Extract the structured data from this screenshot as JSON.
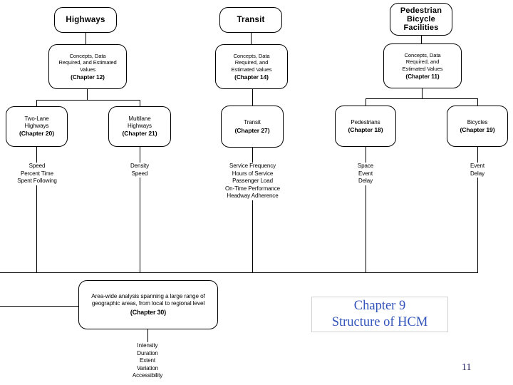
{
  "slide": {
    "page_number": "11",
    "title_block": {
      "line1": "Chapter 9",
      "line2": "Structure of HCM",
      "text": "Chapter 9\nStructure of HCM",
      "color": "#3355bb",
      "border_color": "#d2d2d2"
    }
  },
  "flowchart": {
    "line_color": "#000000",
    "box_fill": "#ffffff",
    "columns": [
      {
        "id": "highways",
        "header": "Highways",
        "concepts": {
          "text": "Concepts, Data\nRequired, and Estimated\nValues",
          "chapter": "(Chapter 12)"
        },
        "leaves": [
          {
            "id": "two-lane-highways",
            "text": "Two-Lane\nHighways",
            "chapter": "(Chapter 20)",
            "measures": "Speed\nPercent Time\nSpent Following"
          },
          {
            "id": "multilane-highways",
            "text": "Multilane\nHighways",
            "chapter": "(Chapter 21)",
            "measures": "Density\nSpeed"
          }
        ]
      },
      {
        "id": "transit",
        "header": "Transit",
        "concepts": {
          "text": "Concepts, Data\nRequired, and\nEstimated Values",
          "chapter": "(Chapter 14)"
        },
        "leaves": [
          {
            "id": "transit",
            "text": "Transit",
            "chapter": "(Chapter 27)",
            "measures": "Service Frequency\nHours of Service\nPassenger Load\nOn-Time Performance\nHeadway Adherence"
          }
        ]
      },
      {
        "id": "pedestrian-bicycle-facilities",
        "header": "Pedestrian\nBicycle\nFacilities",
        "concepts": {
          "text": "Concepts, Data\nRequired, and\nEstimated Values",
          "chapter": "(Chapter 11)"
        },
        "leaves": [
          {
            "id": "pedestrians",
            "text": "Pedestrians",
            "chapter": "(Chapter 18)",
            "measures": "Space\nEvent\nDelay"
          },
          {
            "id": "bicycles",
            "text": "Bicycles",
            "chapter": "(Chapter 19)",
            "measures": "Event\nDelay"
          }
        ]
      }
    ],
    "summary": {
      "id": "area-wide-analysis",
      "text": "Area-wide analysis spanning a large range of\ngeographic areas, from local to regional level",
      "chapter": "(Chapter 30)",
      "measures": "Intensity\nDuration\nExtent\nVariation\nAccessibility"
    }
  }
}
